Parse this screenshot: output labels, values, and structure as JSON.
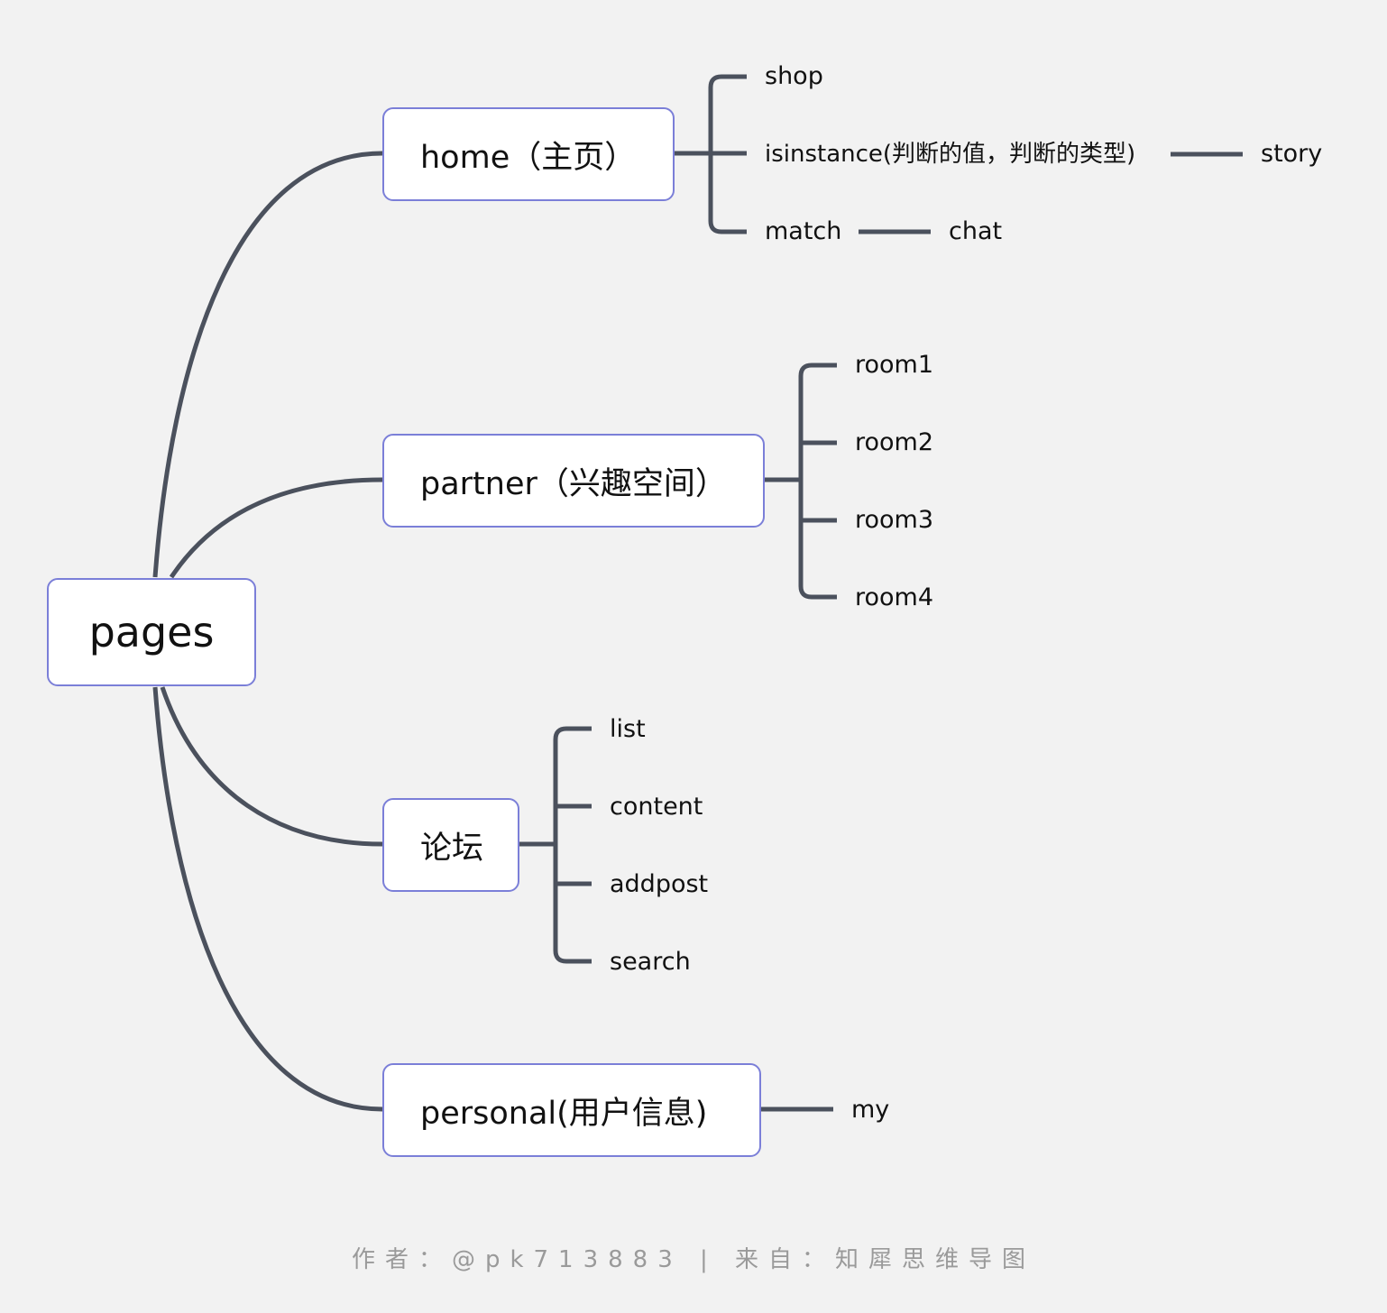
{
  "root": {
    "label": "pages"
  },
  "branches": {
    "home": {
      "label": "home（主页）",
      "children": {
        "shop": "shop",
        "isinstance": "isinstance(判断的值，判断的类型)",
        "story": "story",
        "match": "match",
        "chat": "chat"
      }
    },
    "partner": {
      "label": "partner（兴趣空间）",
      "children": [
        "room1",
        "room2",
        "room3",
        "room4"
      ]
    },
    "forum": {
      "label": "论坛",
      "children": [
        "list",
        "content",
        "addpost",
        "search"
      ]
    },
    "personal": {
      "label": "personal(用户信息)",
      "children": [
        "my"
      ]
    }
  },
  "footer": "作者：@pk713883 | 来自：知犀思维导图",
  "colors": {
    "background": "#f2f2f2",
    "connector": "#4b515d",
    "box_border": "#7b7fd8",
    "footer_text": "#9a9a9a"
  }
}
